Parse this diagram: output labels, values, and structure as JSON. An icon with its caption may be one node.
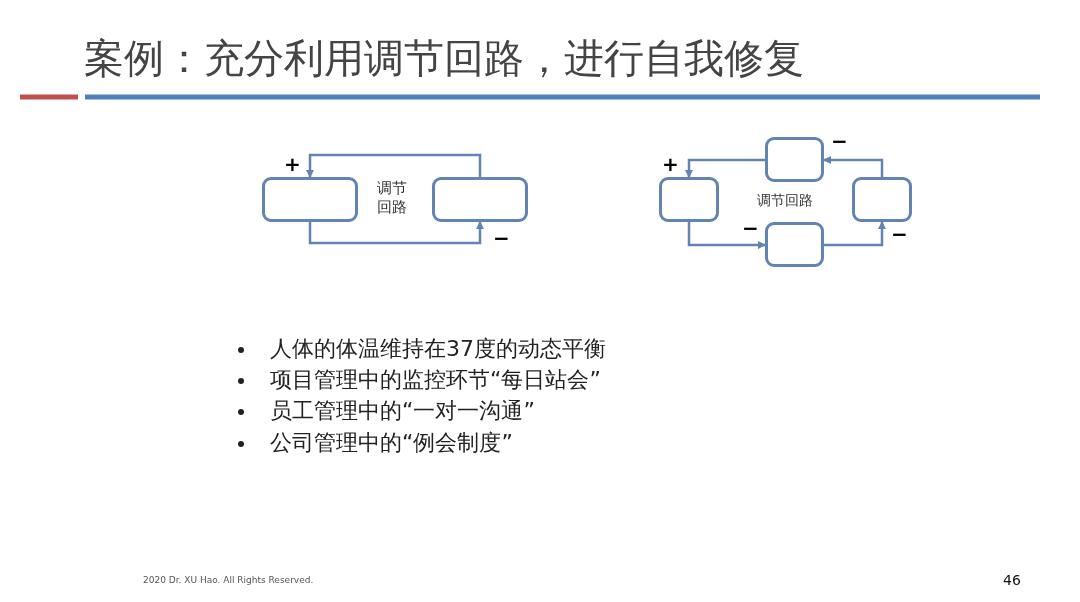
{
  "diagram": {
    "title": "案例：充分利用调节回路，进行自我修复",
    "nodes": [
      {
        "text": [],
        "shape": "box"
      },
      {
        "text": [],
        "shape": "box"
      },
      {
        "text": [],
        "shape": "box"
      },
      {
        "text": [],
        "shape": "box"
      },
      {
        "text": [],
        "shape": "box"
      },
      {
        "text": [],
        "shape": "box"
      }
    ],
    "edges": [
      {
        "from": 1,
        "to": 0,
        "arrow": "to",
        "label": "+"
      },
      {
        "from": 0,
        "to": 1,
        "arrow": "to",
        "label": "−"
      },
      {
        "from": 3,
        "to": 2,
        "arrow": "to",
        "label": "+"
      },
      {
        "from": 2,
        "to": 4,
        "arrow": "to",
        "label": "−"
      },
      {
        "from": 4,
        "to": 5,
        "arrow": "to",
        "label": "−"
      },
      {
        "from": 5,
        "to": 3,
        "arrow": "to",
        "label": "−"
      }
    ],
    "labels": [
      "调节回路",
      "调节回路",
      "人体的体温维持在37度的动态平衡",
      "项目管理中的监控环节“每日站会”",
      "员工管理中的“一对一沟通”",
      "公司管理中的“例会制度”",
      "2020 Dr. XU Hao. All Rights Reserved.",
      "46"
    ]
  }
}
